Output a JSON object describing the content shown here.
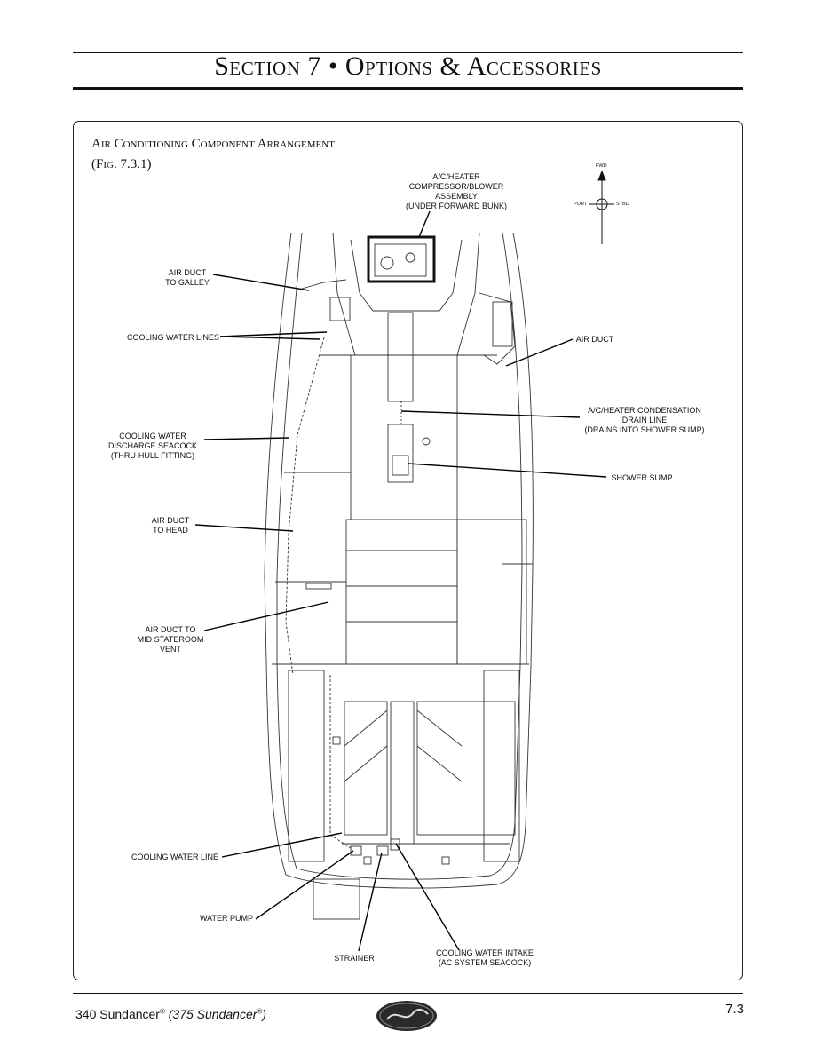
{
  "header": {
    "section_title": "Section 7 • Options & Accessories"
  },
  "figure": {
    "title": "Air Conditioning Component Arrangement",
    "ref": "(Fig. 7.3.1)"
  },
  "compass": {
    "fwd": "FWD",
    "port": "PORT",
    "stbd": "STBD"
  },
  "callouts": {
    "compressor": [
      "A/C/HEATER",
      "COMPRESSOR/BLOWER",
      "ASSEMBLY",
      "(UNDER FORWARD BUNK)"
    ],
    "air_duct_galley": [
      "AIR DUCT",
      "TO GALLEY"
    ],
    "cooling_water_lines": [
      "COOLING WATER LINES"
    ],
    "air_duct": [
      "AIR DUCT"
    ],
    "condensation": [
      "A/C/HEATER CONDENSATION",
      "DRAIN LINE",
      "(DRAINS INTO SHOWER SUMP)"
    ],
    "discharge_seacock": [
      "COOLING WATER",
      "DISCHARGE SEACOCK",
      "(THRU-HULL FITTING)"
    ],
    "shower_sump": [
      "SHOWER SUMP"
    ],
    "air_duct_head": [
      "AIR DUCT",
      "TO HEAD"
    ],
    "air_duct_mid": [
      "AIR DUCT TO",
      "MID STATEROOM",
      "VENT"
    ],
    "cooling_water_line": [
      "COOLING WATER LINE"
    ],
    "water_pump": [
      "WATER PUMP"
    ],
    "strainer": [
      "STRAINER"
    ],
    "intake": [
      "COOLING WATER INTAKE",
      "(AC SYSTEM SEACOCK)"
    ]
  },
  "footer": {
    "model": "340 Sundancer",
    "reg1": "®",
    "alt_model": "(375 Sundancer",
    "reg2": "®",
    "alt_close": ")",
    "page": "7.3"
  }
}
